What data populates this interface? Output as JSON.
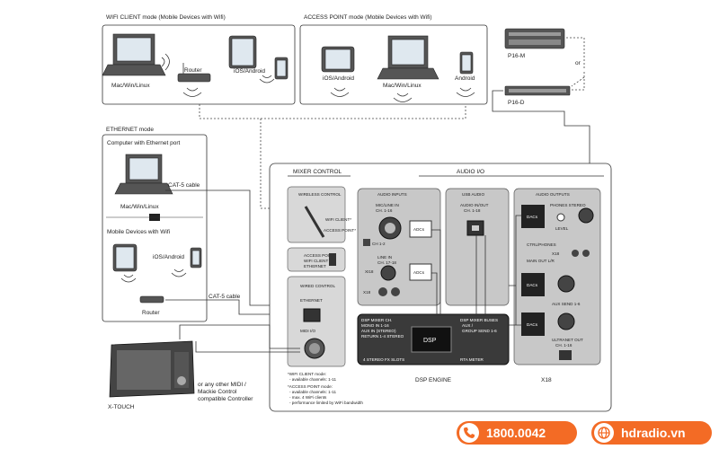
{
  "sections": {
    "wifi_client": "WIFI CLIENT mode (Mobile Devices with Wifi)",
    "access_point": "ACCESS POINT mode (Mobile Devices with Wifi)",
    "ethernet": "ETHERNET mode"
  },
  "wifi_client": {
    "laptop": "Mac/Win/Linux",
    "router": "Router",
    "phone": "iOS/Android"
  },
  "access_point": {
    "tablet": "iOS/Android",
    "laptop": "Mac/Win/Linux",
    "phone": "Android"
  },
  "p16": {
    "m": "P16-M",
    "or": "or",
    "d": "P16-D"
  },
  "ethernet_box": {
    "computer_title": "Computer with Ethernet port",
    "cable1": "CAT-5 cable",
    "laptop": "Mac/Win/Linux",
    "mobile_title": "Mobile Devices with Wifi",
    "phone": "iOS/Android",
    "router": "Router",
    "cable2": "CAT-5 cable"
  },
  "mixer": {
    "control_title": "MIXER CONTROL",
    "audio_io_title": "AUDIO I/O",
    "wireless_control": "WIRELESS CONTROL",
    "wifi_client_opt": "WIFI CLIENT*",
    "access_point_opt": "ACCESS POINT*",
    "switch_label1": "ACCESS POINT",
    "switch_label2": "WIFI CLIENT",
    "switch_label3": "ETHERNET",
    "wired_control": "WIRED CONTROL",
    "ethernet": "ETHERNET",
    "midi_io": "MIDI I/O",
    "audio_inputs": "AUDIO INPUTS",
    "mic_in": "MIC/LINE IN",
    "mic_ch": "CH. 1-16",
    "ch12": "CH 1-2",
    "line_in": "LINE IN",
    "line_ch": "CH. 17-18",
    "x18_a": "XI18",
    "x18_b": "X18",
    "adcs1": "ADCs",
    "adcs2": "ADCs",
    "usb_audio": "USB AUDIO",
    "usb_io": "AUDIO IN/OUT",
    "usb_ch": "CH. 1-18",
    "audio_outputs": "AUDIO OUTPUTS",
    "phones_stereo": "PHONES STEREO",
    "level": "LEVEL",
    "ctrl_phones": "CTRL/PHONES",
    "x18_c": "X18",
    "main_out": "MAIN OUT L/R",
    "aux_send": "AUX SEND 1-6",
    "ultranet": "ULTRANET OUT",
    "ultranet_ch": "CH. 1-16",
    "dacs1": "DACs",
    "dacs2": "DACs",
    "dacs3": "DACs",
    "dsp_ch_title": "DSP MIXER CH.",
    "dsp_ch_1": "MONO IN 1-16",
    "dsp_ch_2": "AUX IN (STEREO)",
    "dsp_ch_3": "RETURN 1-4 STEREO",
    "dsp_bus_title": "DSP MIXER BUSES",
    "dsp_bus_1": "AUX /",
    "dsp_bus_2": "GROUP SEND 1-6",
    "dsp": "DSP",
    "fx_slots": "4 STEREO FX SLOTS",
    "rta": "RTA METER",
    "dsp_engine": "DSP ENGINE",
    "device": "X18"
  },
  "notes": {
    "n1": "*WIFI CLIENT mode:",
    "n2": "- available channels: 1-11",
    "n3": "*ACCESS POINT mode:",
    "n4": "- available channels: 1-11",
    "n5": "- max. 4 WiFi clients",
    "n6": "- performance limited by WiFi bandwidth"
  },
  "xtouch": {
    "label": "X-TOUCH",
    "other1": "or any other MIDI /",
    "other2": "Mackie Control",
    "other3": "compatible Controller"
  },
  "contact": {
    "phone": "1800.0042",
    "web": "hdradio.vn",
    "accent": "#f36b25"
  }
}
